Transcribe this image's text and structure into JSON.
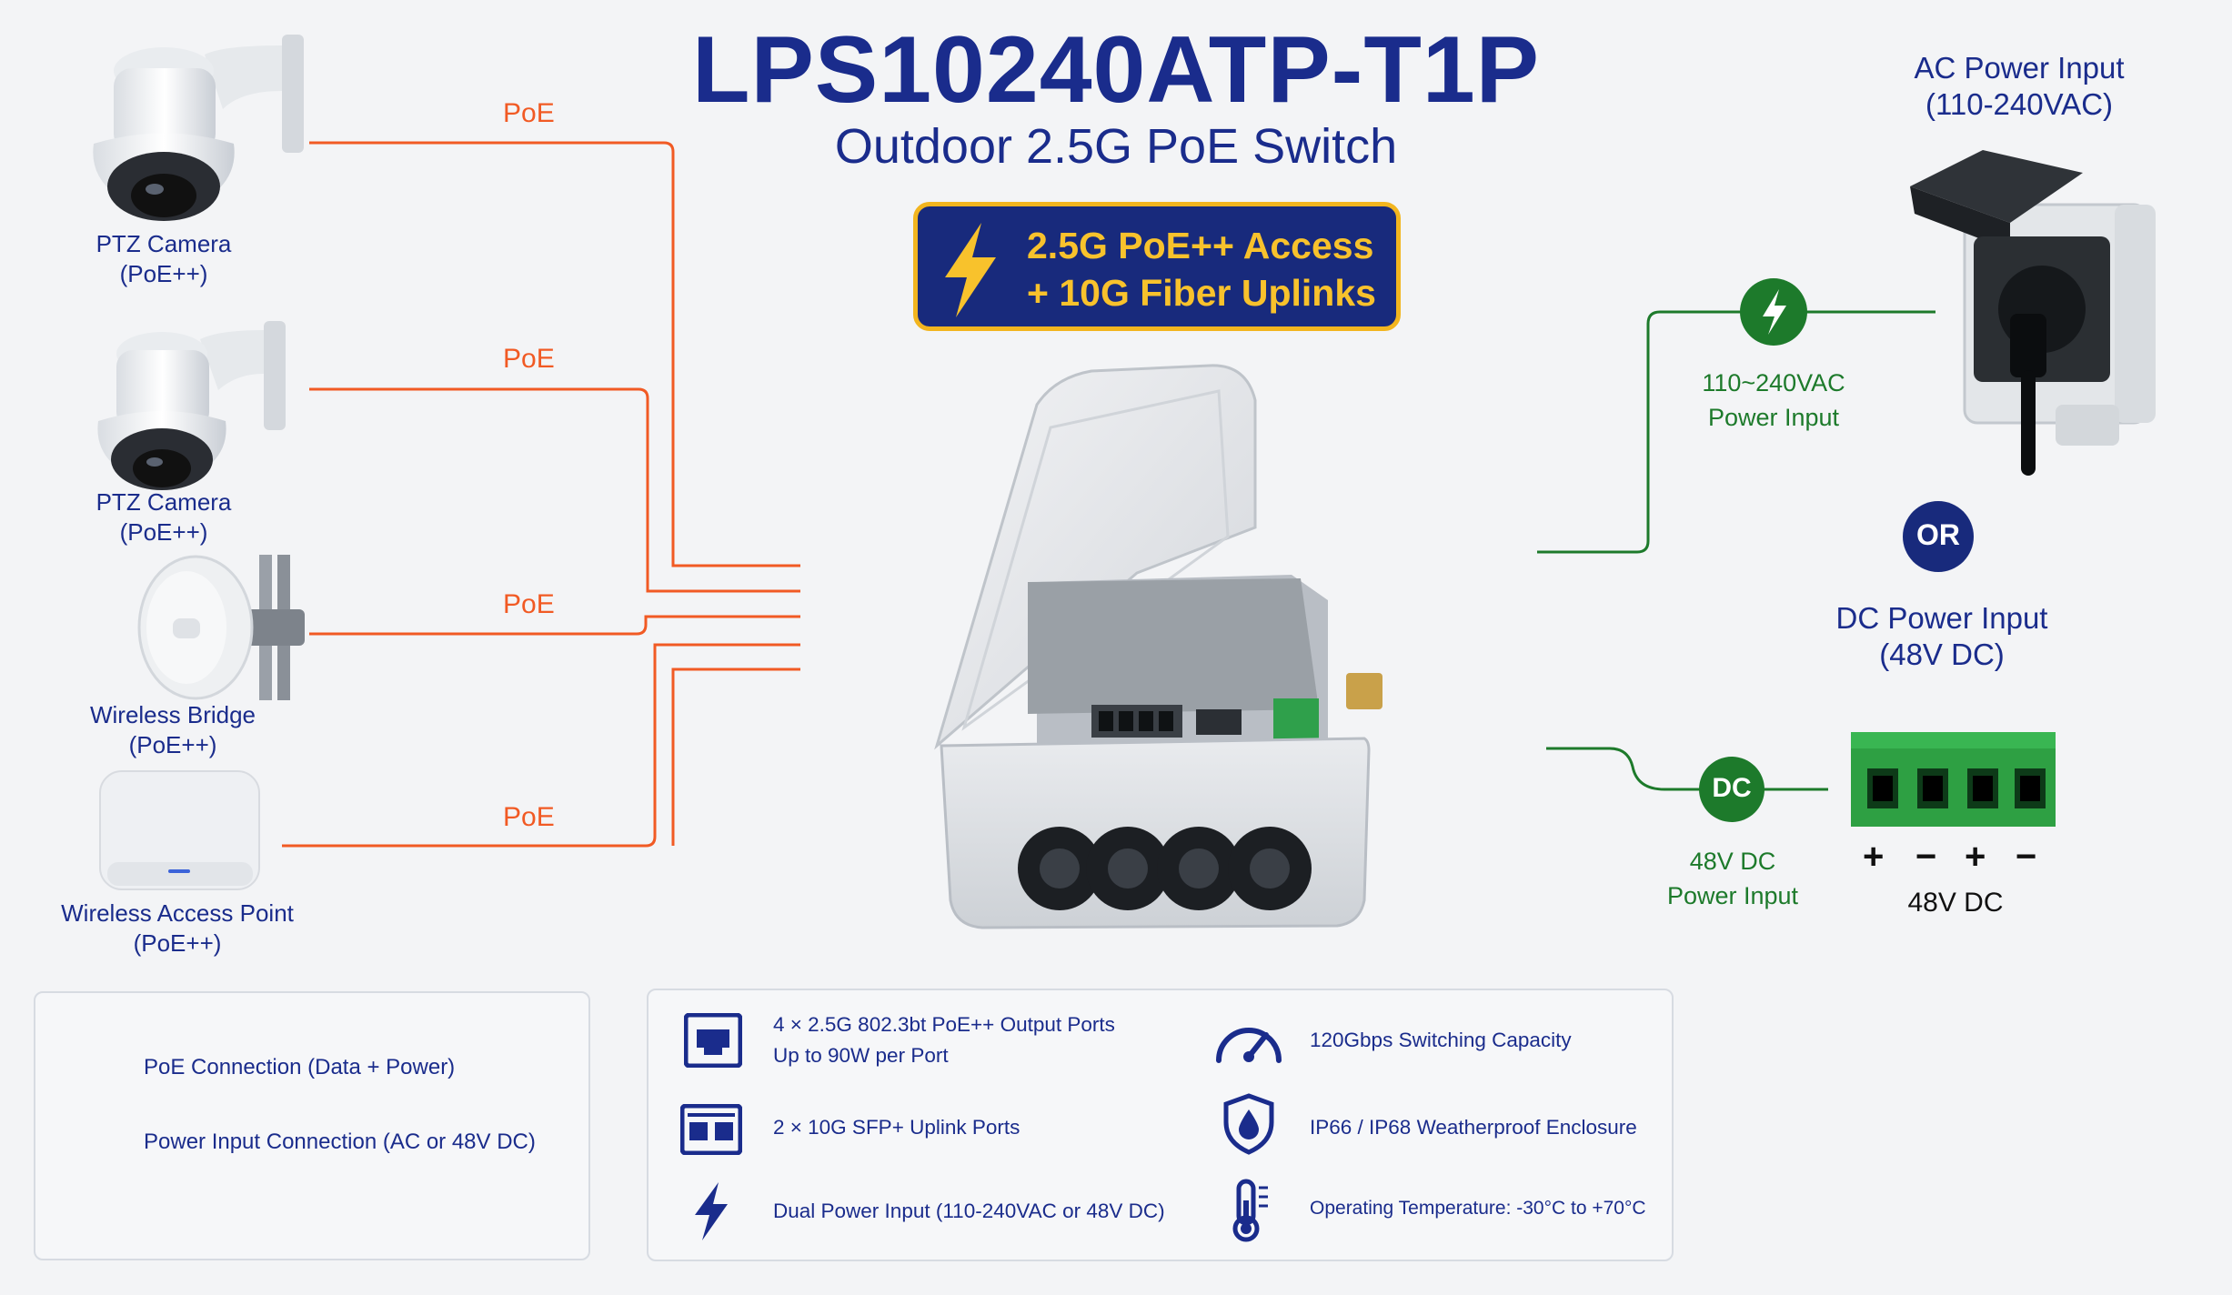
{
  "header": {
    "title": "LPS10240ATP-T1P",
    "subtitle": "Outdoor 2.5G PoE Switch",
    "badge_line1": "2.5G PoE++ Access",
    "badge_line2": "+ 10G Fiber Uplinks"
  },
  "devices": [
    {
      "label": "PTZ Camera",
      "sublabel": "(PoE++)",
      "link_label": "PoE"
    },
    {
      "label": "PTZ Camera",
      "sublabel": "(PoE++)",
      "link_label": "PoE"
    },
    {
      "label": "Wireless Bridge",
      "sublabel": "(PoE++)",
      "link_label": "PoE"
    },
    {
      "label": "Wireless Access Point",
      "sublabel": "(PoE++)",
      "link_label": "PoE"
    }
  ],
  "power": {
    "ac_title_line1": "AC Power Input",
    "ac_title_line2": "(110-240VAC)",
    "ac_node_line1": "110~240VAC",
    "ac_node_line2": "Power Input",
    "or_label": "OR",
    "dc_title_line1": "DC Power Input",
    "dc_title_line2": "(48V DC)",
    "dc_node_label": "DC",
    "dc_node_line1": "48V DC",
    "dc_node_line2": "Power Input",
    "terminal_signs": [
      "+",
      "−",
      "+",
      "−"
    ],
    "terminal_label": "48V DC"
  },
  "legend": {
    "items": [
      {
        "label": "PoE Connection (Data + Power)",
        "color": "#f15a24"
      },
      {
        "label": "Power Input Connection (AC or 48V DC)",
        "color": "#1d7a2b"
      }
    ]
  },
  "features": {
    "left": [
      {
        "icon": "ethernet-port-icon",
        "line1": "4 × 2.5G 802.3bt PoE++ Output Ports",
        "line2": "Up to 90W per Port"
      },
      {
        "icon": "sfp-port-icon",
        "line1": "2 × 10G SFP+ Uplink Ports",
        "line2": ""
      },
      {
        "icon": "lightning-icon",
        "line1": "Dual Power Input (110-240VAC or 48V DC)",
        "line2": ""
      }
    ],
    "right": [
      {
        "icon": "speedometer-icon",
        "line1": "120Gbps Switching Capacity"
      },
      {
        "icon": "shield-drop-icon",
        "line1": "IP66 / IP68 Weatherproof Enclosure"
      },
      {
        "icon": "thermometer-icon",
        "line1": "Operating Temperature: -30°C to +70°C"
      }
    ]
  },
  "colors": {
    "navy": "#1a2c8c",
    "poe_orange": "#f15a24",
    "power_green": "#1d7a2b",
    "badge_gold": "#f2b51f"
  }
}
